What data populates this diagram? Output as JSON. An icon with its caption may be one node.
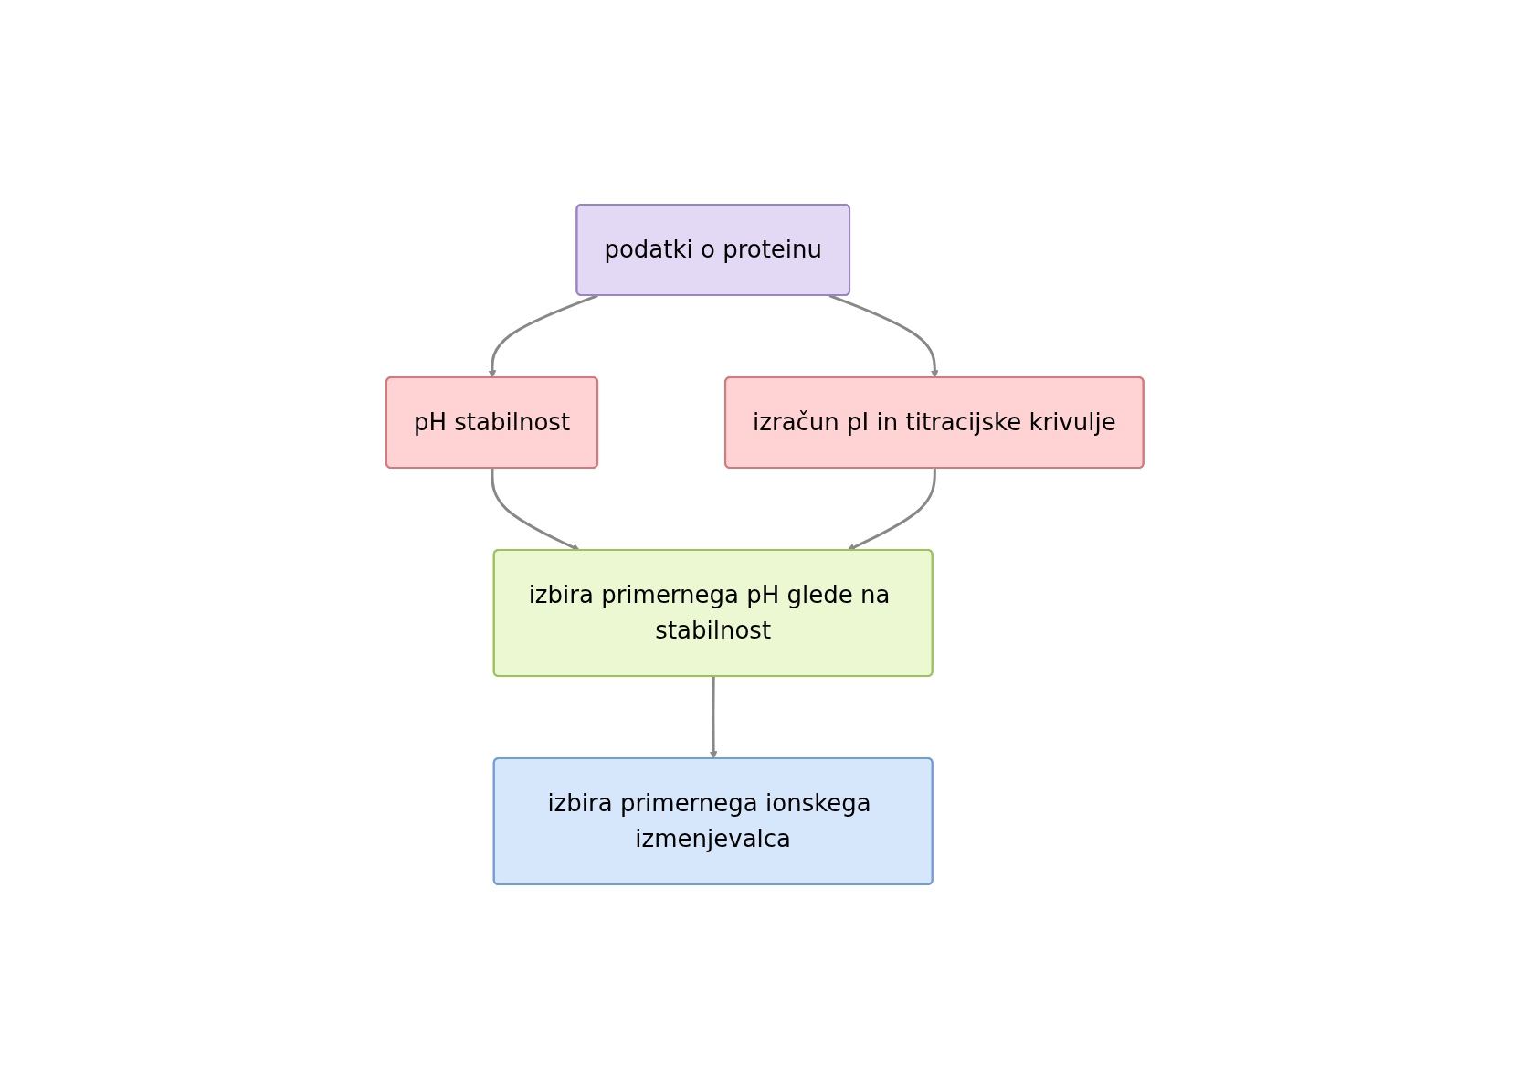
{
  "diagram": {
    "nodes": [
      {
        "text": [
          "podatki o proteinu"
        ]
      },
      {
        "text": [
          "pH stabilnost"
        ]
      },
      {
        "text": [
          "izračun pI in titracijske krivulje"
        ]
      },
      {
        "text": [
          "izbira primernega pH glede na stabilnost"
        ]
      },
      {
        "text": [
          "izbira primernega ionskega izmenjevalca"
        ]
      }
    ],
    "edges": [
      {
        "from": 0,
        "to": 1,
        "arrow": "to"
      },
      {
        "from": 0,
        "to": 2,
        "arrow": "to"
      },
      {
        "from": 1,
        "to": 3,
        "arrow": "to"
      },
      {
        "from": 2,
        "to": 3,
        "arrow": "to"
      },
      {
        "from": 3,
        "to": 4,
        "arrow": "to"
      }
    ]
  }
}
